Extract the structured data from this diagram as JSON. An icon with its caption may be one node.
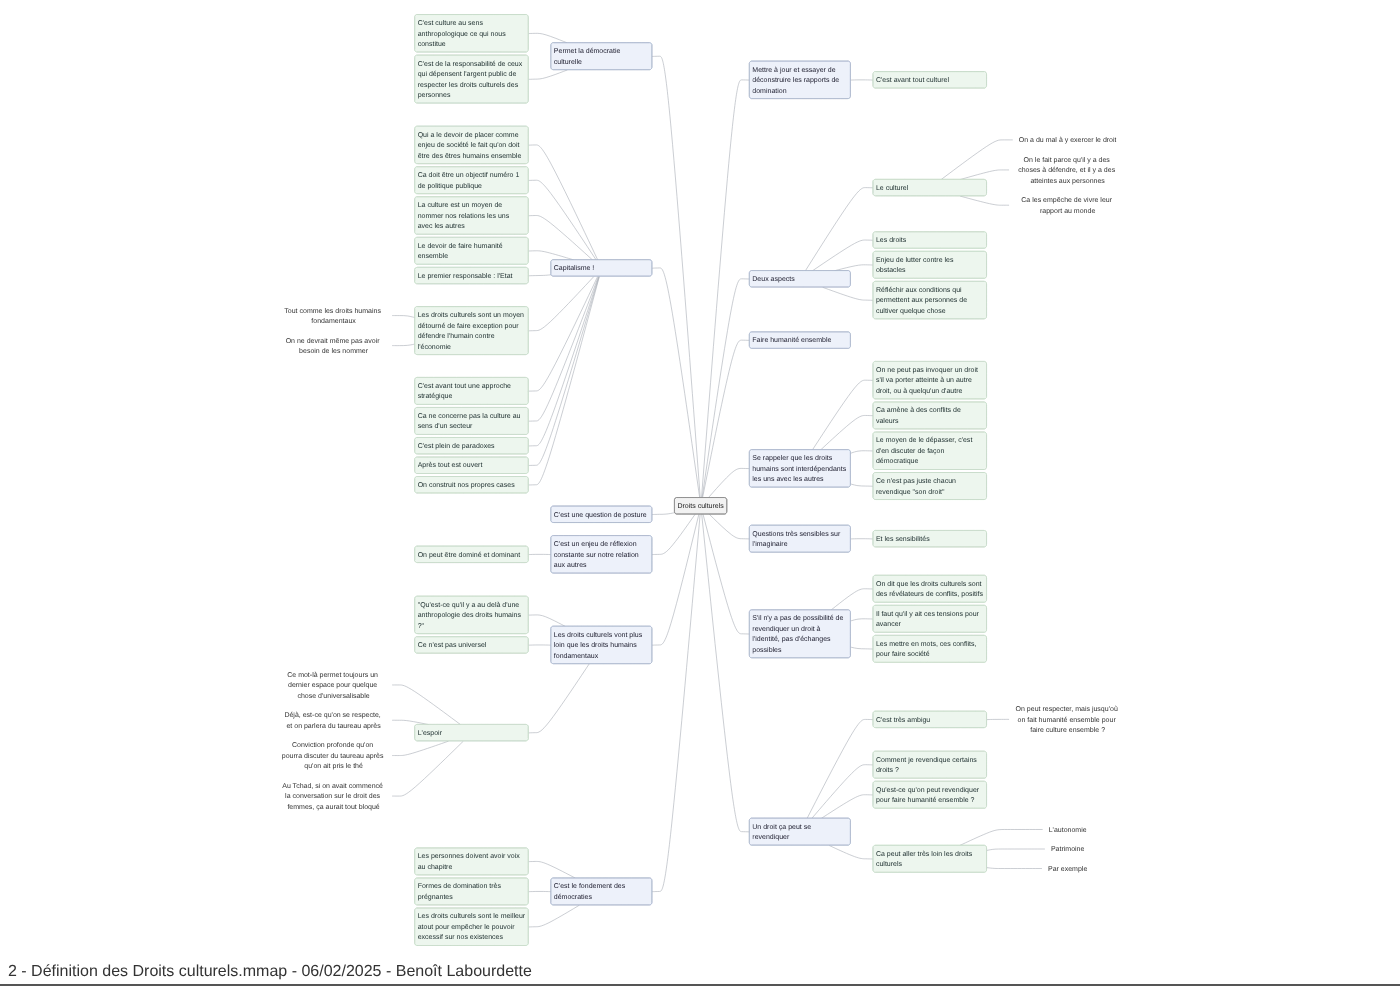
{
  "diagram": {
    "caption": "2 - Définition des Droits culturels.mmap - 06/02/2025 - Benoît Labourdette",
    "nodes": [
      {
        "text": [
          "Droits culturels"
        ]
      },
      {
        "text": [
          "Mettre à jour et essayer de déconstruire les rapports de domination"
        ]
      },
      {
        "text": [
          "C'est avant tout culturel"
        ]
      },
      {
        "text": [
          "Faire humanité ensemble"
        ]
      },
      {
        "text": [
          "Deux aspects"
        ]
      },
      {
        "text": [
          "Les droits"
        ]
      },
      {
        "text": [
          "Le culturel"
        ]
      },
      {
        "text": [
          "On a du mal à y exercer le droit"
        ]
      },
      {
        "text": [
          "On le fait parce qu'il y a des choses à défendre, et il y a des atteintes aux personnes"
        ]
      },
      {
        "text": [
          "Ca les empêche de vivre leur rapport au monde"
        ]
      },
      {
        "text": [
          "Enjeu de lutter contre les obstacles"
        ]
      },
      {
        "text": [
          "Réfléchir aux conditions qui permettent aux personnes de cultiver quelque chose"
        ]
      },
      {
        "text": [
          "Un droit ça peut se revendiquer"
        ]
      },
      {
        "text": [
          "Comment je revendique certains droits ?"
        ]
      },
      {
        "text": [
          "Ca peut aller très loin les droits culturels"
        ]
      },
      {
        "text": [
          "L'autonomie"
        ]
      },
      {
        "text": [
          "Patrimoine"
        ]
      },
      {
        "text": [
          "Par exemple"
        ]
      },
      {
        "text": [
          "Qu'est-ce qu'on peut revendiquer pour faire humanité ensemble ?"
        ]
      },
      {
        "text": [
          "C'est très ambigu"
        ]
      },
      {
        "text": [
          "On peut respecter, mais jusqu'où on fait humanité ensemble pour faire culture ensemble ?"
        ]
      },
      {
        "text": [
          "Se rappeler que les droits humains sont interdépendants les uns avec les autres"
        ]
      },
      {
        "text": [
          "On ne peut pas invoquer un droit s'il va porter atteinte à un autre droit, ou à quelqu'un d'autre"
        ]
      },
      {
        "text": [
          "Ca amène à des conflits de valeurs"
        ]
      },
      {
        "text": [
          "Le moyen de le dépasser, c'est d'en discuter de façon démocratique"
        ]
      },
      {
        "text": [
          "Ce n'est pas juste chacun revendique \"son droit\""
        ]
      },
      {
        "text": [
          "Questions très sensibles sur l'imaginaire"
        ]
      },
      {
        "text": [
          "Et les sensibilités"
        ]
      },
      {
        "text": [
          "S'il n'y a pas de possibilité de revendiquer un droit à l'identité, pas d'échanges possibles"
        ]
      },
      {
        "text": [
          "On dit que les droits culturels sont des révélateurs de conflits, positifs"
        ]
      },
      {
        "text": [
          "Il faut qu'il y ait ces tensions pour avancer"
        ]
      },
      {
        "text": [
          "Les mettre en mots, ces conflits, pour faire société"
        ]
      },
      {
        "text": [
          "Permet la démocratie culturelle"
        ]
      },
      {
        "text": [
          "C'est culture au sens anthropologique ce qui nous constitue"
        ]
      },
      {
        "text": [
          "C'est de la responsabilité de ceux qui dépensent l'argent public de respecter les droits culturels des personnes"
        ]
      },
      {
        "text": [
          "Capitalisme !"
        ]
      },
      {
        "text": [
          "Qui a le devoir de placer comme enjeu de société le fait qu'on doit être des êtres humains ensemble"
        ]
      },
      {
        "text": [
          "Ca doit être un objectif numéro 1 de politique publique"
        ]
      },
      {
        "text": [
          "La culture est un moyen de nommer nos relations les uns avec les autres"
        ]
      },
      {
        "text": [
          "Le devoir de faire humanité ensemble"
        ]
      },
      {
        "text": [
          "Le premier responsable : l'Etat"
        ]
      },
      {
        "text": [
          "Les droits culturels sont un moyen détourné de faire exception pour défendre l'humain contre l'économie"
        ]
      },
      {
        "text": [
          "Tout comme les droits humains fondamentaux"
        ]
      },
      {
        "text": [
          "On ne devrait même pas avoir besoin de les nommer"
        ]
      },
      {
        "text": [
          "C'est avant tout une approche stratégique"
        ]
      },
      {
        "text": [
          "Ca ne concerne pas la culture au sens d'un secteur"
        ]
      },
      {
        "text": [
          "C'est plein de paradoxes"
        ]
      },
      {
        "text": [
          "Après tout est ouvert"
        ]
      },
      {
        "text": [
          "On construit nos propres cases"
        ]
      },
      {
        "text": [
          "C'est une question de posture"
        ]
      },
      {
        "text": [
          "C'est un enjeu de réflexion constante sur notre relation aux autres"
        ]
      },
      {
        "text": [
          "On peut être dominé et dominant"
        ]
      },
      {
        "text": [
          "Les droits culturels vont plus loin que les droits humains fondamentaux"
        ]
      },
      {
        "text": [
          "\"Qu'est-ce qu'il y a au delà d'une anthropologie des droits humains ?\""
        ]
      },
      {
        "text": [
          "Ce n'est pas universel"
        ]
      },
      {
        "text": [
          "L'espoir"
        ]
      },
      {
        "text": [
          "Ce mot-là permet toujours un dernier espace pour quelque chose d'universalisable"
        ]
      },
      {
        "text": [
          "Déjà, est-ce qu'on se respecte, et on parlera du taureau après"
        ]
      },
      {
        "text": [
          "Conviction profonde qu'on pourra discuter du taureau après qu'on ait pris le thé"
        ]
      },
      {
        "text": [
          "Au Tchad, si on avait commencé la conversation sur le droit des femmes, ça aurait tout bloqué"
        ]
      },
      {
        "text": [
          "C'est le fondement des démocraties"
        ]
      },
      {
        "text": [
          "Les personnes doivent avoir voix au chapitre"
        ]
      },
      {
        "text": [
          "Formes de domination très prégnantes"
        ]
      },
      {
        "text": [
          "Les droits culturels sont le meilleur atout pour empêcher le pouvoir excessif sur nos existences"
        ]
      }
    ],
    "edges": [
      {
        "from": 0,
        "to": 1,
        "arrow": "none"
      },
      {
        "from": 1,
        "to": 2,
        "arrow": "none"
      },
      {
        "from": 0,
        "to": 3,
        "arrow": "none"
      },
      {
        "from": 0,
        "to": 4,
        "arrow": "none"
      },
      {
        "from": 4,
        "to": 5,
        "arrow": "none"
      },
      {
        "from": 4,
        "to": 6,
        "arrow": "none"
      },
      {
        "from": 6,
        "to": 7,
        "arrow": "none"
      },
      {
        "from": 6,
        "to": 8,
        "arrow": "none"
      },
      {
        "from": 6,
        "to": 9,
        "arrow": "none"
      },
      {
        "from": 4,
        "to": 10,
        "arrow": "none"
      },
      {
        "from": 4,
        "to": 11,
        "arrow": "none"
      },
      {
        "from": 0,
        "to": 12,
        "arrow": "none"
      },
      {
        "from": 12,
        "to": 13,
        "arrow": "none"
      },
      {
        "from": 12,
        "to": 14,
        "arrow": "none"
      },
      {
        "from": 14,
        "to": 15,
        "arrow": "none"
      },
      {
        "from": 14,
        "to": 16,
        "arrow": "none"
      },
      {
        "from": 14,
        "to": 17,
        "arrow": "none"
      },
      {
        "from": 12,
        "to": 18,
        "arrow": "none"
      },
      {
        "from": 12,
        "to": 19,
        "arrow": "none"
      },
      {
        "from": 19,
        "to": 20,
        "arrow": "none"
      },
      {
        "from": 0,
        "to": 21,
        "arrow": "none"
      },
      {
        "from": 21,
        "to": 22,
        "arrow": "none"
      },
      {
        "from": 21,
        "to": 23,
        "arrow": "none"
      },
      {
        "from": 21,
        "to": 24,
        "arrow": "none"
      },
      {
        "from": 21,
        "to": 25,
        "arrow": "none"
      },
      {
        "from": 0,
        "to": 26,
        "arrow": "none"
      },
      {
        "from": 26,
        "to": 27,
        "arrow": "none"
      },
      {
        "from": 0,
        "to": 28,
        "arrow": "none"
      },
      {
        "from": 28,
        "to": 29,
        "arrow": "none"
      },
      {
        "from": 28,
        "to": 30,
        "arrow": "none"
      },
      {
        "from": 28,
        "to": 31,
        "arrow": "none"
      },
      {
        "from": 32,
        "to": 0,
        "arrow": "none"
      },
      {
        "from": 33,
        "to": 32,
        "arrow": "none"
      },
      {
        "from": 34,
        "to": 32,
        "arrow": "none"
      },
      {
        "from": 35,
        "to": 0,
        "arrow": "none"
      },
      {
        "from": 36,
        "to": 35,
        "arrow": "none"
      },
      {
        "from": 37,
        "to": 35,
        "arrow": "none"
      },
      {
        "from": 38,
        "to": 35,
        "arrow": "none"
      },
      {
        "from": 39,
        "to": 35,
        "arrow": "none"
      },
      {
        "from": 40,
        "to": 35,
        "arrow": "none"
      },
      {
        "from": 41,
        "to": 35,
        "arrow": "none"
      },
      {
        "from": 42,
        "to": 41,
        "arrow": "none"
      },
      {
        "from": 43,
        "to": 41,
        "arrow": "none"
      },
      {
        "from": 44,
        "to": 35,
        "arrow": "none"
      },
      {
        "from": 45,
        "to": 35,
        "arrow": "none"
      },
      {
        "from": 46,
        "to": 35,
        "arrow": "none"
      },
      {
        "from": 47,
        "to": 35,
        "arrow": "none"
      },
      {
        "from": 48,
        "to": 35,
        "arrow": "none"
      },
      {
        "from": 49,
        "to": 0,
        "arrow": "none"
      },
      {
        "from": 50,
        "to": 0,
        "arrow": "none"
      },
      {
        "from": 51,
        "to": 50,
        "arrow": "none"
      },
      {
        "from": 52,
        "to": 0,
        "arrow": "none"
      },
      {
        "from": 53,
        "to": 52,
        "arrow": "none"
      },
      {
        "from": 54,
        "to": 52,
        "arrow": "none"
      },
      {
        "from": 55,
        "to": 52,
        "arrow": "none"
      },
      {
        "from": 56,
        "to": 55,
        "arrow": "none"
      },
      {
        "from": 57,
        "to": 55,
        "arrow": "none"
      },
      {
        "from": 58,
        "to": 55,
        "arrow": "none"
      },
      {
        "from": 59,
        "to": 55,
        "arrow": "none"
      },
      {
        "from": 60,
        "to": 0,
        "arrow": "none"
      },
      {
        "from": 61,
        "to": 60,
        "arrow": "none"
      },
      {
        "from": 62,
        "to": 60,
        "arrow": "none"
      },
      {
        "from": 63,
        "to": 60,
        "arrow": "none"
      }
    ]
  }
}
